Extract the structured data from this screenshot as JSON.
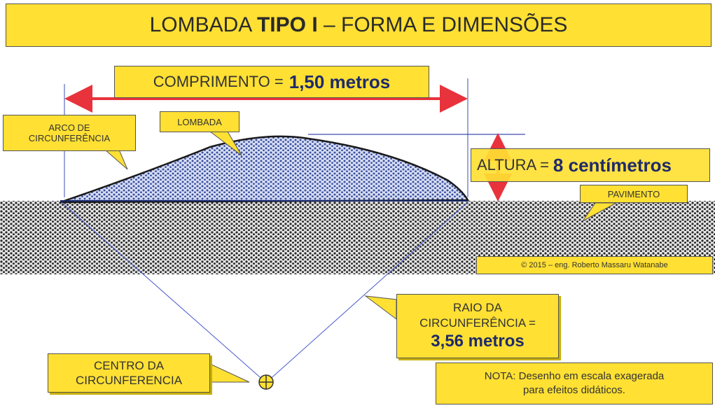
{
  "title": {
    "part1": "LOMBADA ",
    "part2": "TIPO I",
    "part3": " – FORMA E DIMENSÕES"
  },
  "length_label": {
    "text": "COMPRIMENTO  = ",
    "value": "1,50 metros"
  },
  "arc_label": {
    "line1": "ARCO DE",
    "line2": "CIRCUNFERÊNCIA"
  },
  "bump_label": "LOMBADA",
  "height_label": {
    "text": "ALTURA = ",
    "value": "8 centímetros"
  },
  "pavement_label": "PAVIMENTO",
  "copyright": "© 2015 – eng. Roberto Massaru Watanabe",
  "radius_label": {
    "line1": "RAIO DA",
    "line2": "CIRCUNFERÊNCIA =",
    "value": "3,56 metros"
  },
  "center_label": {
    "line1": "CENTRO DA",
    "line2": "CIRCUNFERENCIA"
  },
  "note": {
    "line1": "NOTA: Desenho em escala exagerada",
    "line2": "para efeitos didáticos."
  },
  "colors": {
    "label_yellow": "#ffe033",
    "arrow_red": "#e8323c",
    "bump_blue": "#c9d4f2",
    "guide_blue": "#3c4cb4"
  }
}
